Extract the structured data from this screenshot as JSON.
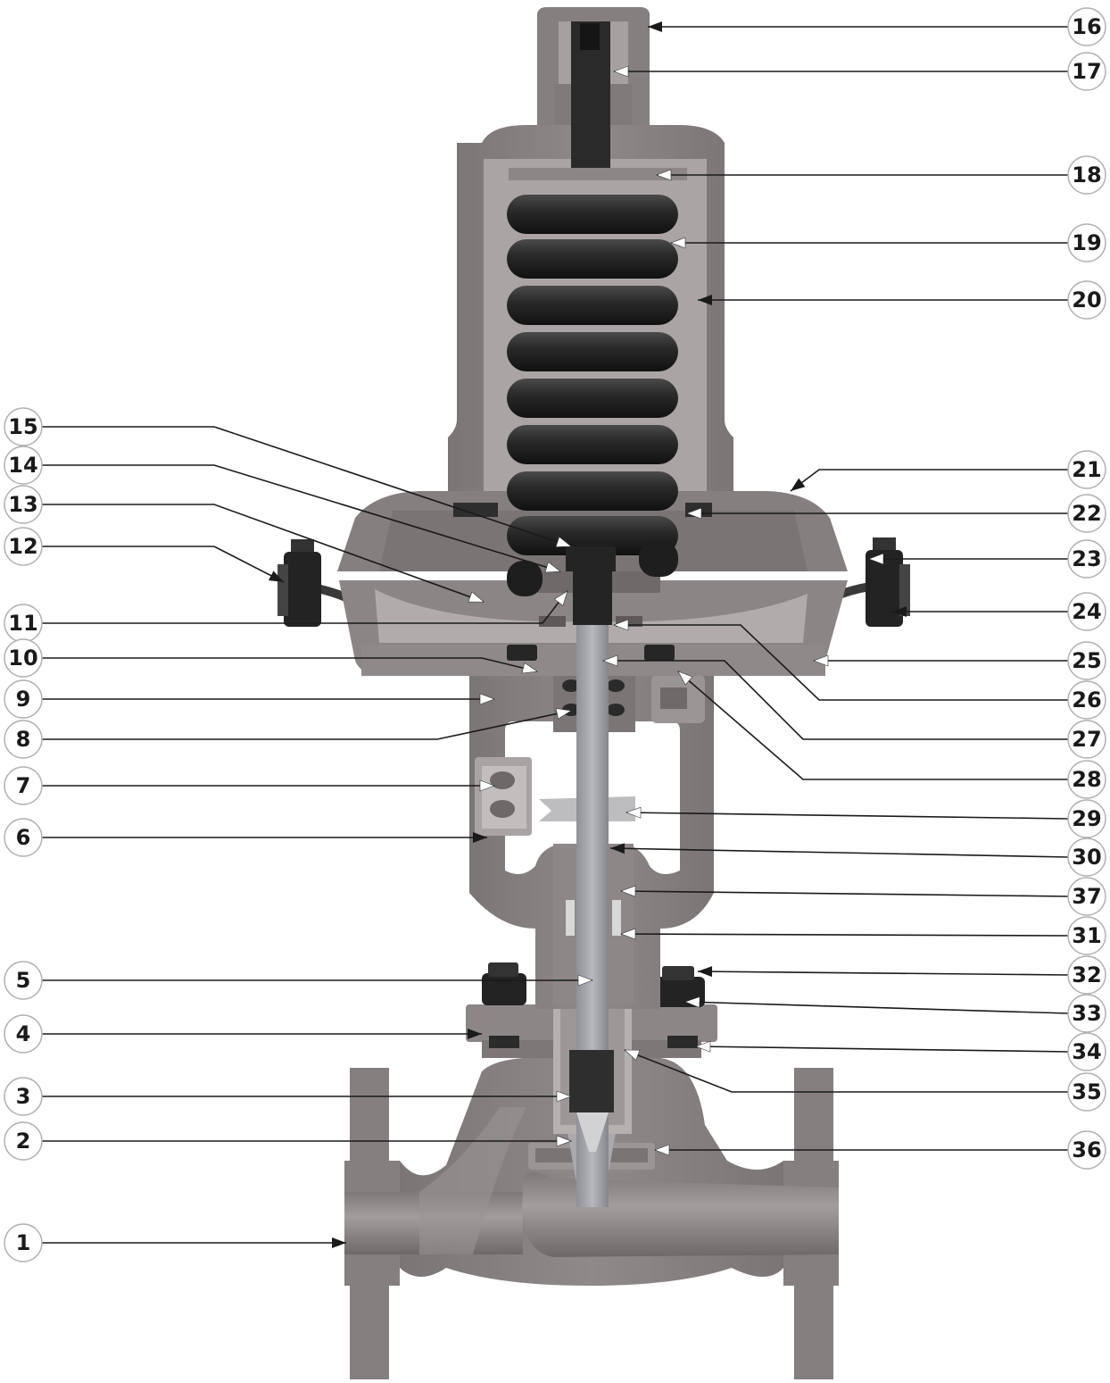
{
  "colors": {
    "metal": "#8a8484",
    "metal_dark": "#6f6a6a",
    "metal_light": "#b4aeae",
    "steel": "#a7a7ab",
    "spring": "#262626",
    "leader": "#1a1a1a",
    "arrow_white": "#ffffff",
    "circle_stroke": "#b0b0b0"
  },
  "callouts_left": [
    "15",
    "14",
    "13",
    "12",
    "11",
    "10",
    "9",
    "8",
    "7",
    "6",
    "5",
    "4",
    "3",
    "2",
    "1"
  ],
  "callouts_right": [
    "16",
    "17",
    "18",
    "19",
    "20",
    "21",
    "22",
    "23",
    "24",
    "25",
    "26",
    "27",
    "28",
    "29",
    "30",
    "37",
    "31",
    "32",
    "33",
    "34",
    "35",
    "36"
  ]
}
